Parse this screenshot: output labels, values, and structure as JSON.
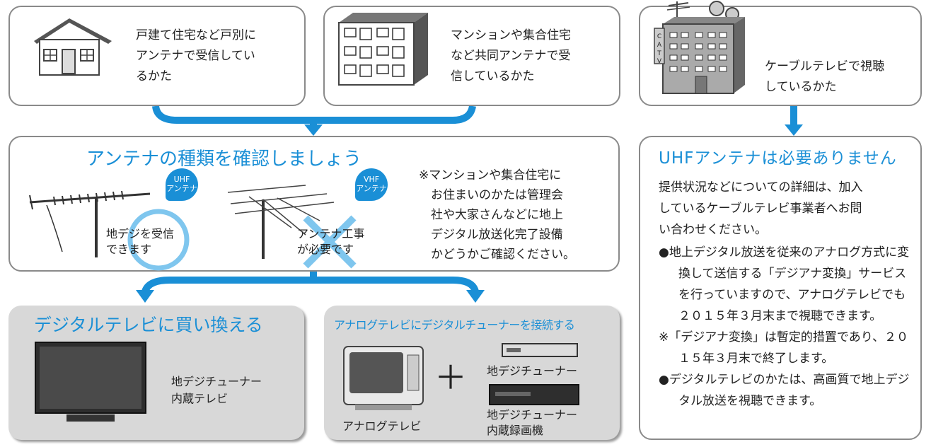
{
  "boxes": {
    "house": "戸建て住宅など戸別に\nアンテナで受信してい\nるかた",
    "mansion": "マンションや集合住宅\nなど共同アンテナで受\n信しているかた",
    "cable": "ケーブルテレビで視聴\nしているかた",
    "cable_sign": "CATV"
  },
  "antenna": {
    "title": "アンテナの種類を確認しましょう",
    "uhf_bubble": [
      "UHF",
      "アンテナ"
    ],
    "vhf_bubble": [
      "VHF",
      "アンテナ"
    ],
    "uhf_caption": "地デジを受信\nできます",
    "vhf_caption": "アンテナ工事\nが必要です",
    "note": "※マンションや集合住宅に\n　お住まいのかたは管理会\n　社や大家さんなどに地上\n　デジタル放送化完了設備\n　かどうかご確認ください。"
  },
  "options": {
    "left_title": "デジタルテレビに買い換える",
    "left_caption": "地デジチューナー\n内蔵テレビ",
    "right_title": "アナログテレビにデジタルチューナーを接続する",
    "analog_tv": "アナログテレビ",
    "tuner": "地デジチューナー",
    "recorder": "地デジチューナー\n内蔵録画機",
    "plus": "＋"
  },
  "cable_info": {
    "title": "UHFアンテナは必要ありません",
    "intro": "提供状況などについての詳細は、加入\nしているケーブルテレビ事業者へお問\nい合わせください。",
    "bullets": [
      "●地上デジタル放送を従来のアナログ方式に変換して送信する「デジアナ変換」サービスを行っていますので、アナログテレビでも２０１５年３月末まで視聴できます。",
      "※「デジアナ変換」は暫定的措置であり、２０１５年３月末で終了します。",
      "●デジタルテレビのかたは、高画質で地上デジタル放送を視聴できます。"
    ]
  },
  "colors": {
    "accent": "#1a8fd6",
    "border": "#8a8a8a",
    "gray_box": "#d8d8d8"
  }
}
